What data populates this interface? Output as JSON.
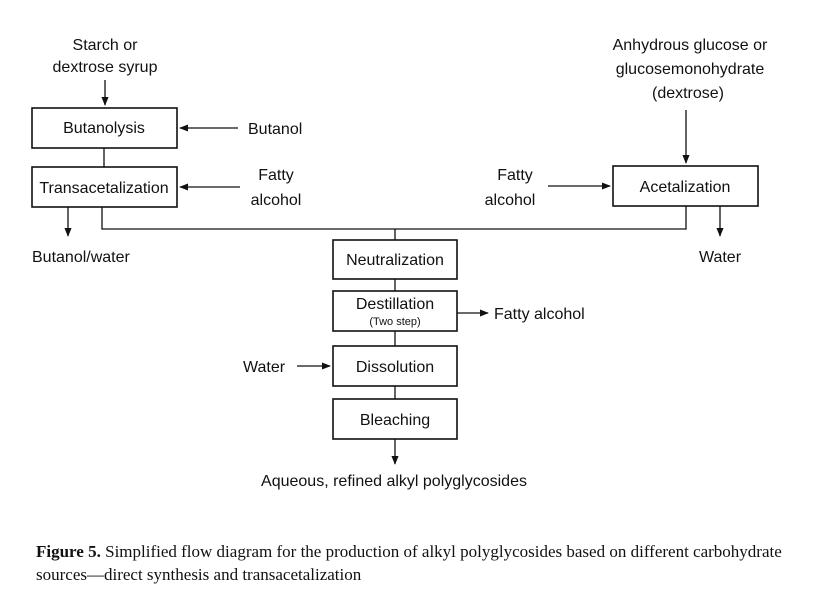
{
  "inputs": {
    "starch": [
      "Starch or",
      "dextrose syrup"
    ],
    "anhydrous": [
      "Anhydrous glucose or",
      "glucosemonohydrate",
      "(dextrose)"
    ],
    "butanol": "Butanol",
    "fatty_alcohol_left": [
      "Fatty",
      "alcohol"
    ],
    "fatty_alcohol_right": [
      "Fatty",
      "alcohol"
    ],
    "water_in": "Water"
  },
  "boxes": {
    "butanolysis": "Butanolysis",
    "transacetalization": "Transacetalization",
    "acetalization": "Acetalization",
    "neutralization": "Neutralization",
    "destillation": "Destillation",
    "destillation_note": "(Two step)",
    "dissolution": "Dissolution",
    "bleaching": "Bleaching"
  },
  "outputs": {
    "butanol_water": "Butanol/water",
    "water_out": "Water",
    "fatty_alcohol_out": "Fatty alcohol",
    "product": "Aqueous, refined alkyl polyglycosides"
  },
  "caption": {
    "figure_label": "Figure 5.",
    "text": " Simplified flow diagram for the production of alkyl polyglycosides based on different carbohydrate sources—direct synthesis and transacetalization"
  }
}
